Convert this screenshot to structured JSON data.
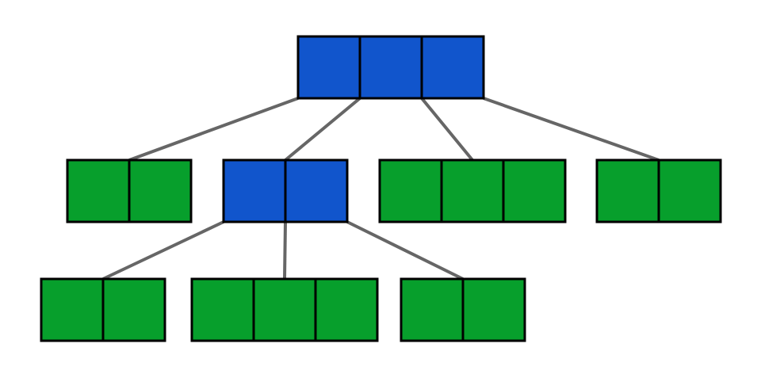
{
  "colors": {
    "internal_node": "#1155cc",
    "leaf_node": "#079f2c",
    "edge": "#666666",
    "cell_border": "#000000",
    "background": "#ffffff"
  },
  "tree": {
    "root": {
      "kind": "internal",
      "cells": 3,
      "children": [
        {
          "kind": "leaf",
          "cells": 2
        },
        {
          "kind": "internal",
          "cells": 2,
          "children": [
            {
              "kind": "leaf",
              "cells": 2
            },
            {
              "kind": "leaf",
              "cells": 3
            },
            {
              "kind": "leaf",
              "cells": 2
            }
          ]
        },
        {
          "kind": "leaf",
          "cells": 3
        },
        {
          "kind": "leaf",
          "cells": 2
        }
      ]
    }
  }
}
